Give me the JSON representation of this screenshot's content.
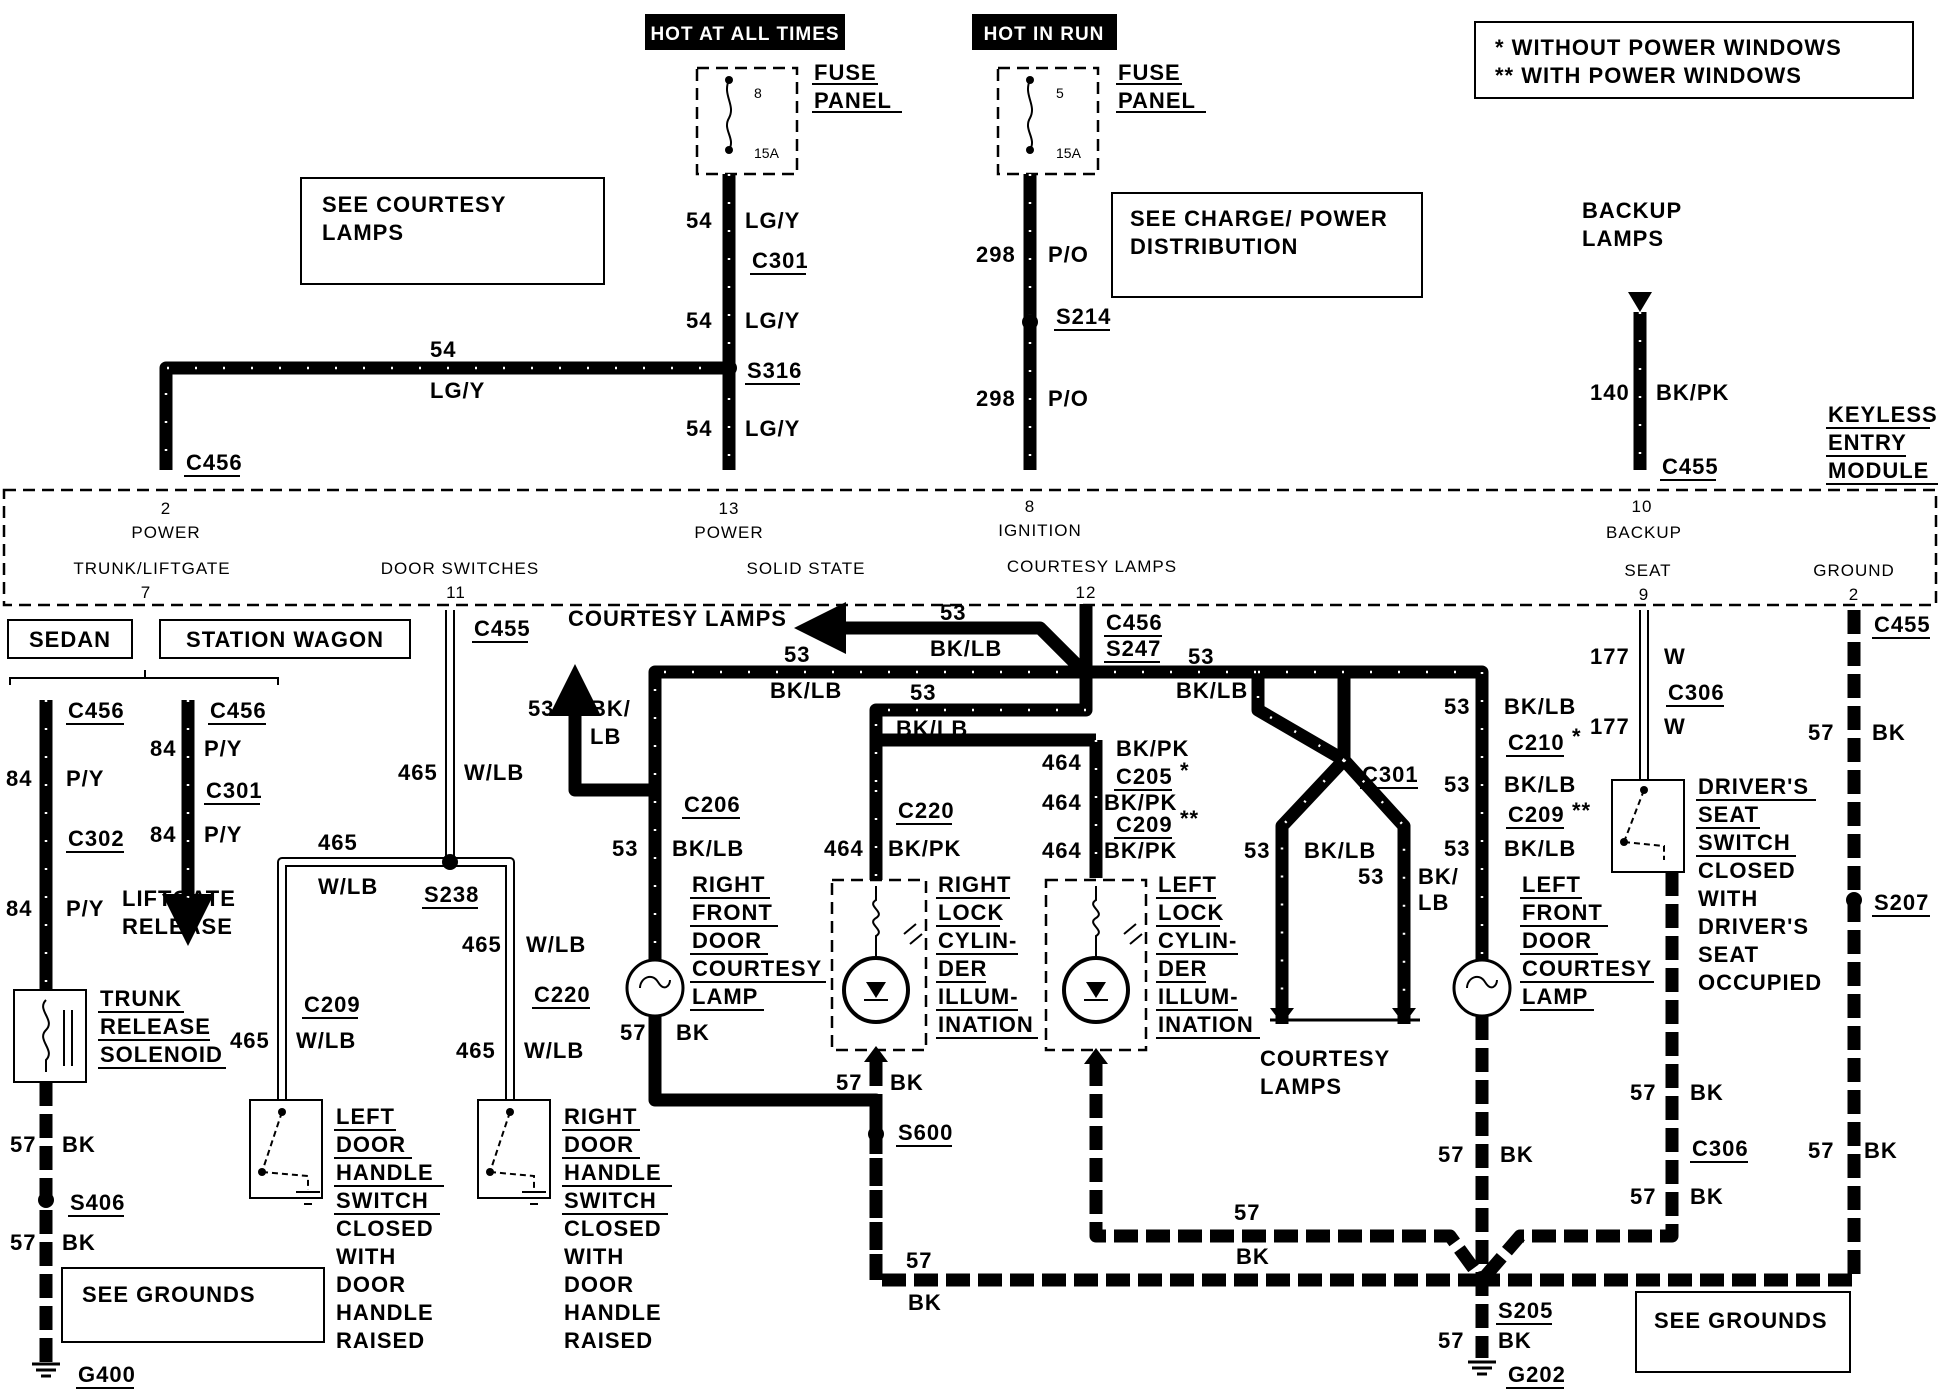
{
  "headers": {
    "hot_at_all_times": "HOT AT ALL TIMES",
    "hot_in_run": "HOT IN RUN"
  },
  "legend": {
    "line1": "* WITHOUT POWER WINDOWS",
    "line2": "** WITH POWER WINDOWS"
  },
  "fuses": [
    {
      "number": "8",
      "rating": "15A",
      "label1": "FUSE",
      "label2": "PANEL"
    },
    {
      "number": "5",
      "rating": "15A",
      "label1": "FUSE",
      "label2": "PANEL"
    }
  ],
  "notes": {
    "courtesy": [
      "SEE COURTESY",
      "LAMPS"
    ],
    "charge": [
      "SEE CHARGE/ POWER",
      "DISTRIBUTION"
    ],
    "grounds_left": "SEE GROUNDS",
    "grounds_right": "SEE GROUNDS"
  },
  "backup_lamps": [
    "BACKUP",
    "LAMPS"
  ],
  "module": {
    "title": [
      "KEYLESS",
      "ENTRY",
      "MODULE"
    ],
    "pins": [
      {
        "num": "2",
        "name": "POWER"
      },
      {
        "num": "13",
        "name": "POWER"
      },
      {
        "num": "8",
        "name": "IGNITION"
      },
      {
        "num": "10",
        "name": "BACKUP"
      },
      {
        "num": "7",
        "name": "TRUNK/LIFTGATE"
      },
      {
        "num": "11",
        "name": "DOOR SWITCHES"
      },
      {
        "name": "SOLID STATE"
      },
      {
        "num": "12",
        "name": "COURTESY LAMPS"
      },
      {
        "num": "9",
        "name": "SEAT"
      },
      {
        "num": "2",
        "name": "GROUND"
      }
    ]
  },
  "variants": {
    "sedan": "SEDAN",
    "wagon": "STATION WAGON"
  },
  "wires": {
    "w54": "54",
    "lgy": "LG/Y",
    "w298": "298",
    "po": "P/O",
    "w140": "140",
    "bkpk_c": "BK/PK",
    "w84": "84",
    "py": "P/Y",
    "w465": "465",
    "wlb": "W/LB",
    "w53": "53",
    "bklb": "BK/LB",
    "bk": "BK/",
    "lb": "LB",
    "w464": "464",
    "bkpk": "BK/PK",
    "w57": "57",
    "bkc": "BK",
    "w177": "177",
    "wc": "W"
  },
  "connectors": {
    "c301": "C301",
    "s316": "S316",
    "c456": "C456",
    "s214": "S214",
    "c455": "C455",
    "c302": "C302",
    "s406": "S406",
    "g400": "G400",
    "s238": "S238",
    "c209": "C209",
    "c220": "C220",
    "s247": "S247",
    "c206": "C206",
    "c205": "C205",
    "c210": "C210",
    "c306": "C306",
    "s207": "S207",
    "s600": "S600",
    "s205": "S205",
    "g202": "G202"
  },
  "components": {
    "trunk_solenoid": [
      "TRUNK",
      "RELEASE",
      "SOLENOID"
    ],
    "liftgate": [
      "LIFTGATE",
      "RELEASE"
    ],
    "left_handle": [
      "LEFT",
      "DOOR",
      "HANDLE",
      "SWITCH"
    ],
    "right_handle": [
      "RIGHT",
      "DOOR",
      "HANDLE",
      "SWITCH"
    ],
    "handle_note": [
      "CLOSED",
      "WITH",
      "DOOR",
      "HANDLE",
      "RAISED"
    ],
    "rf_lamp": [
      "RIGHT",
      "FRONT",
      "DOOR",
      "COURTESY",
      "LAMP"
    ],
    "r_lock": [
      "RIGHT",
      "LOCK",
      "CYLIN-",
      "DER",
      "ILLUM-",
      "INATION"
    ],
    "l_lock": [
      "LEFT",
      "LOCK",
      "CYLIN-",
      "DER",
      "ILLUM-",
      "INATION"
    ],
    "courtesy_lamps": "COURTESY LAMPS",
    "courtesy_bottom": [
      "COURTESY",
      "LAMPS"
    ],
    "lf_lamp": [
      "LEFT",
      "FRONT",
      "DOOR",
      "COURTESY",
      "LAMP"
    ],
    "seat_switch": [
      "DRIVER'S",
      "SEAT",
      "SWITCH"
    ],
    "seat_note": [
      "CLOSED",
      "WITH",
      "DRIVER'S",
      "SEAT",
      "OCCUPIED"
    ]
  },
  "markers": {
    "single": "*",
    "double": "**"
  }
}
